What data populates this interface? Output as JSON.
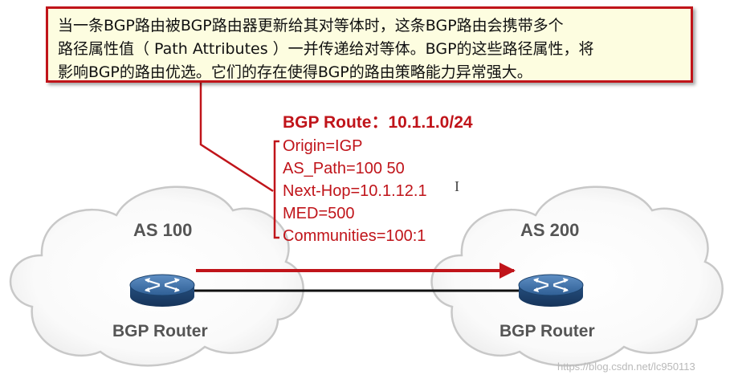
{
  "callout": {
    "lines": [
      "当一条BGP路由被BGP路由器更新给其对等体时，这条BGP路由会携带多个",
      "路径属性值（ Path Attributes ）一并传递给对等体。BGP的这些路径属性，将",
      "影响BGP的路由优选。它们的存在使得BGP的路由策略能力异常强大。"
    ]
  },
  "route": {
    "title": "BGP Route：10.1.1.0/24",
    "attributes": [
      "Origin=IGP",
      "AS_Path=100 50",
      "Next-Hop=10.1.12.1",
      "MED=500",
      "Communities=100:1"
    ]
  },
  "as_left": {
    "label": "AS 100",
    "router_label": "BGP Router"
  },
  "as_right": {
    "label": "AS 200",
    "router_label": "BGP Router"
  },
  "watermark": "https://blog.csdn.net/lc950113",
  "colors": {
    "accent_red": "#c0141a",
    "callout_bg": "#fdfde0",
    "router_blue": "#2f5f95",
    "label_gray": "#555555"
  },
  "icons": [
    "router-icon",
    "cloud-shape",
    "arrow-right"
  ]
}
